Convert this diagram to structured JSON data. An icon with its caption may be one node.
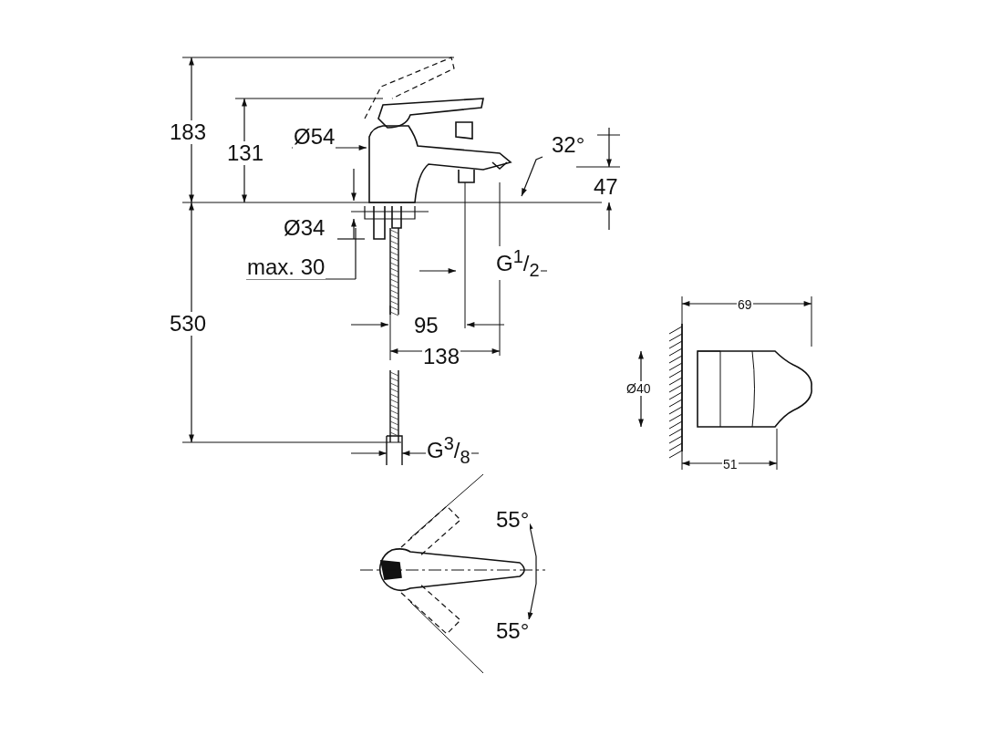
{
  "diagram": {
    "labels": [
      "183",
      "131",
      "Ø54",
      "32°",
      "47",
      "Ø34",
      "max. 30",
      "G$^{1}$/$_{2}$",
      "530",
      "95",
      "138",
      "G$^{3}$/$_{8}$",
      "55°",
      "55°",
      "69",
      "Ø40",
      "51"
    ]
  }
}
